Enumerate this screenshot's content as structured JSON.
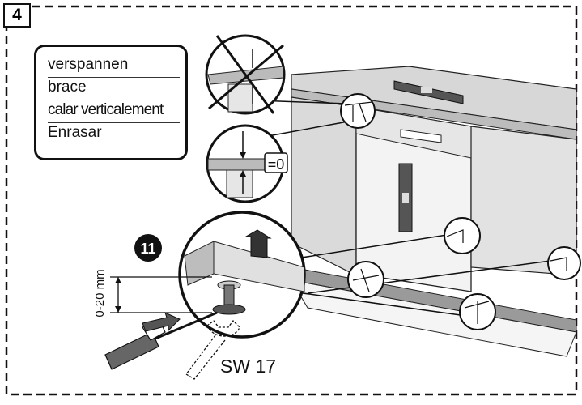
{
  "step_number": "4",
  "terms": {
    "de": "verspannen",
    "en": "brace",
    "fr": "calar verticalement",
    "es": "Enrasar"
  },
  "callouts": {
    "gap_zero": "=0",
    "height_range": "0-20 mm",
    "step_marker": "11",
    "wrench_size": "SW 17"
  }
}
